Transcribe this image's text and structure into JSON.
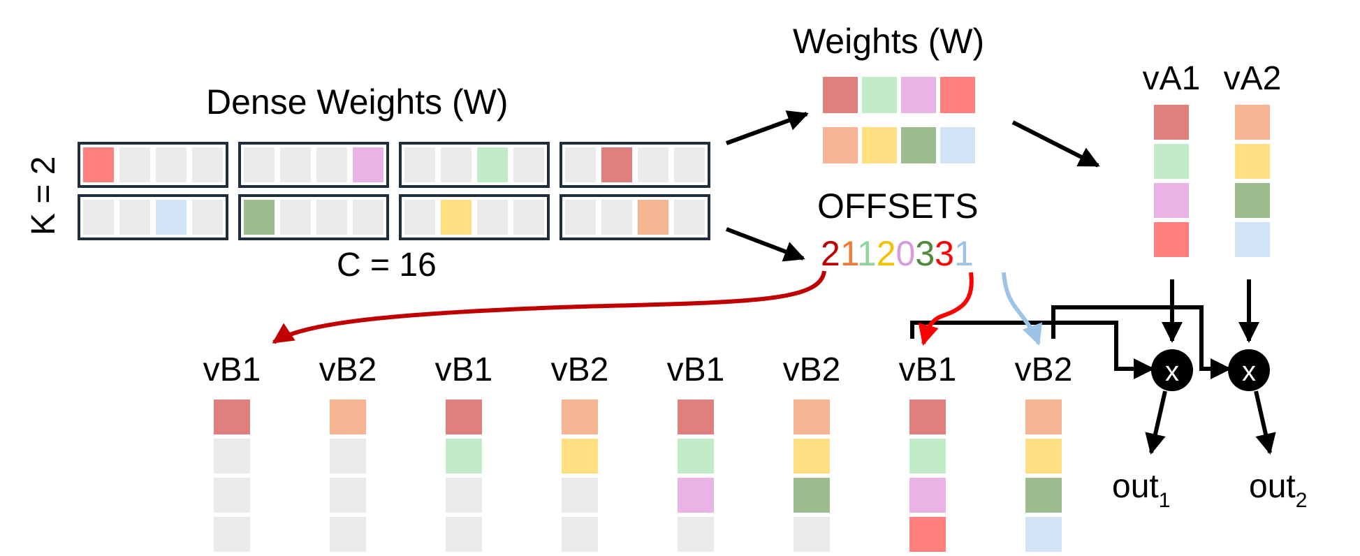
{
  "dense": {
    "title": "Dense Weights (W)",
    "k_label": "K = 2",
    "c_label": "C = 16",
    "rows": [
      [
        [
          "red",
          null,
          null,
          null
        ],
        [
          null,
          null,
          null,
          "pink"
        ],
        [
          null,
          null,
          "green",
          null
        ],
        [
          null,
          "darkred",
          null,
          null
        ]
      ],
      [
        [
          null,
          null,
          "blue",
          null
        ],
        [
          "olive",
          null,
          null,
          null
        ],
        [
          null,
          "yellow",
          null,
          null
        ],
        [
          null,
          null,
          "peach",
          null
        ]
      ]
    ]
  },
  "weights": {
    "title": "Weights (W)",
    "rows": [
      [
        "darkred",
        "green",
        "pink",
        "red"
      ],
      [
        "peach",
        "yellow",
        "olive",
        "blue"
      ]
    ]
  },
  "offsets": {
    "title": "OFFSETS",
    "digits": [
      {
        "d": "2",
        "color": "#c00000"
      },
      {
        "d": "1",
        "color": "#f07a33"
      },
      {
        "d": "1",
        "color": "#92d39b"
      },
      {
        "d": "2",
        "color": "#f5c000"
      },
      {
        "d": "0",
        "color": "#d99ad9"
      },
      {
        "d": "3",
        "color": "#4e8a3a"
      },
      {
        "d": "3",
        "color": "#ff0000"
      },
      {
        "d": "1",
        "color": "#9dc3e6"
      }
    ]
  },
  "va": {
    "cols": [
      {
        "label": "vA1",
        "cells": [
          "darkred",
          "green",
          "pink",
          "red"
        ]
      },
      {
        "label": "vA2",
        "cells": [
          "peach",
          "yellow",
          "olive",
          "blue"
        ]
      }
    ]
  },
  "vb": {
    "cols": [
      {
        "label": "vB1",
        "cells": [
          "darkred",
          null,
          null,
          null
        ]
      },
      {
        "label": "vB2",
        "cells": [
          "peach",
          null,
          null,
          null
        ]
      },
      {
        "label": "vB1",
        "cells": [
          "darkred",
          "green",
          null,
          null
        ]
      },
      {
        "label": "vB2",
        "cells": [
          "peach",
          "yellow",
          null,
          null
        ]
      },
      {
        "label": "vB1",
        "cells": [
          "darkred",
          "green",
          "pink",
          null
        ]
      },
      {
        "label": "vB2",
        "cells": [
          "peach",
          "yellow",
          "olive",
          null
        ]
      },
      {
        "label": "vB1",
        "cells": [
          "darkred",
          "green",
          "pink",
          "red"
        ]
      },
      {
        "label": "vB2",
        "cells": [
          "peach",
          "yellow",
          "olive",
          "blue"
        ]
      }
    ]
  },
  "ops": {
    "multiply_symbol": "x",
    "outputs": [
      {
        "base": "out",
        "sub": "1"
      },
      {
        "base": "out",
        "sub": "2"
      }
    ]
  },
  "palette": {
    "red": "#ff7f7f",
    "darkred": "#df7f7e",
    "pink": "#e9b3e6",
    "green": "#c2ecc9",
    "blue": "#d2e3f5",
    "olive": "#9dbd8e",
    "yellow": "#ffdf7f",
    "peach": "#f5b592",
    "empty": "#eaeaea",
    "box_border": "#1f2d3d",
    "arrow_darkred": "#c00000",
    "arrow_red": "#ff0000",
    "arrow_blue": "#9dc3e6"
  }
}
